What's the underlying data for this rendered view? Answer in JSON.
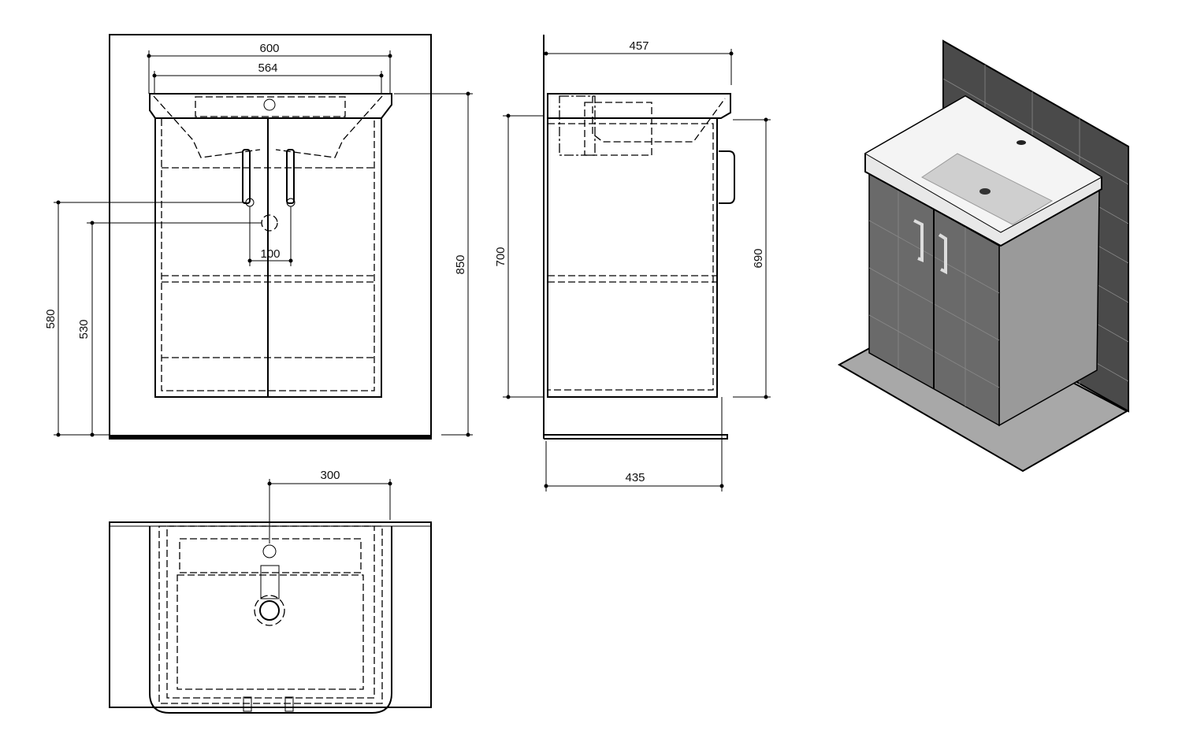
{
  "title": "Vanity unit with washbasin - technical drawing",
  "front_view": {
    "dim_total_width": "600",
    "dim_basin_width": "564",
    "dim_handle_spacing": "100",
    "dim_total_height": "850",
    "dim_handle_height": "580",
    "dim_waste_height": "530"
  },
  "side_view": {
    "dim_basin_depth": "457",
    "dim_cabinet_depth": "435",
    "dim_cabinet_height": "700",
    "dim_body_height": "690"
  },
  "top_view": {
    "dim_tap_offset": "300"
  },
  "colors": {
    "line": "#000000",
    "iso_wall": "#4a4a4a",
    "iso_floor": "#a8a8a8",
    "iso_cabinet": "#6a6a6a"
  }
}
